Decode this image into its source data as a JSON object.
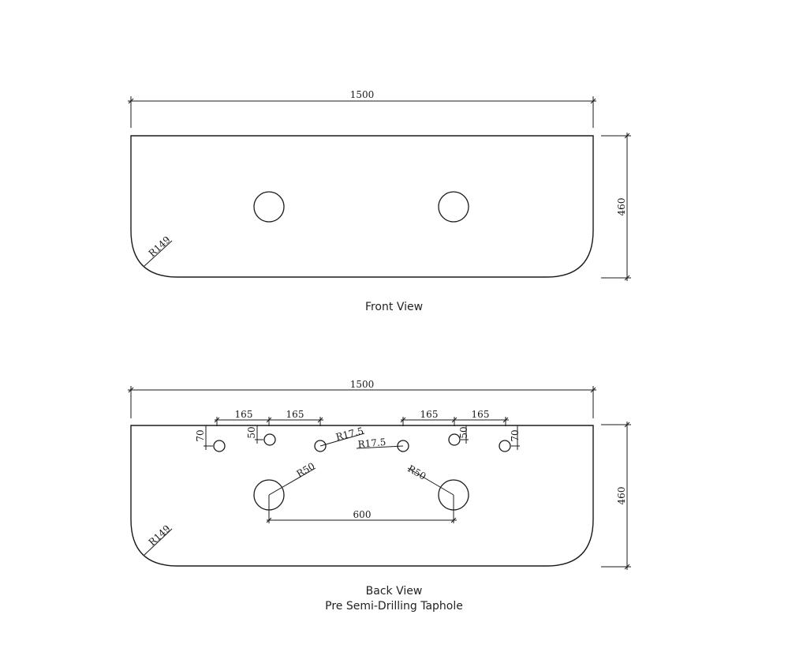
{
  "front_view": {
    "caption": "Front View",
    "width_dim": "1500",
    "height_dim": "460",
    "radius_dim": "R149"
  },
  "back_view": {
    "caption": "Back View",
    "subcaption": "Pre Semi-Drilling Taphole",
    "width_dim": "1500",
    "height_dim": "460",
    "radius_dim": "R149",
    "spacing_left_1": "165",
    "spacing_left_2": "165",
    "spacing_right_1": "165",
    "spacing_right_2": "165",
    "depth_outer_left": "70",
    "depth_inner_left": "50",
    "depth_inner_right": "50",
    "depth_outer_right": "70",
    "small_radius_left": "R17.5",
    "small_radius_right": "R17.5",
    "large_radius_left": "R50",
    "large_radius_right": "R50",
    "center_spacing": "600"
  }
}
